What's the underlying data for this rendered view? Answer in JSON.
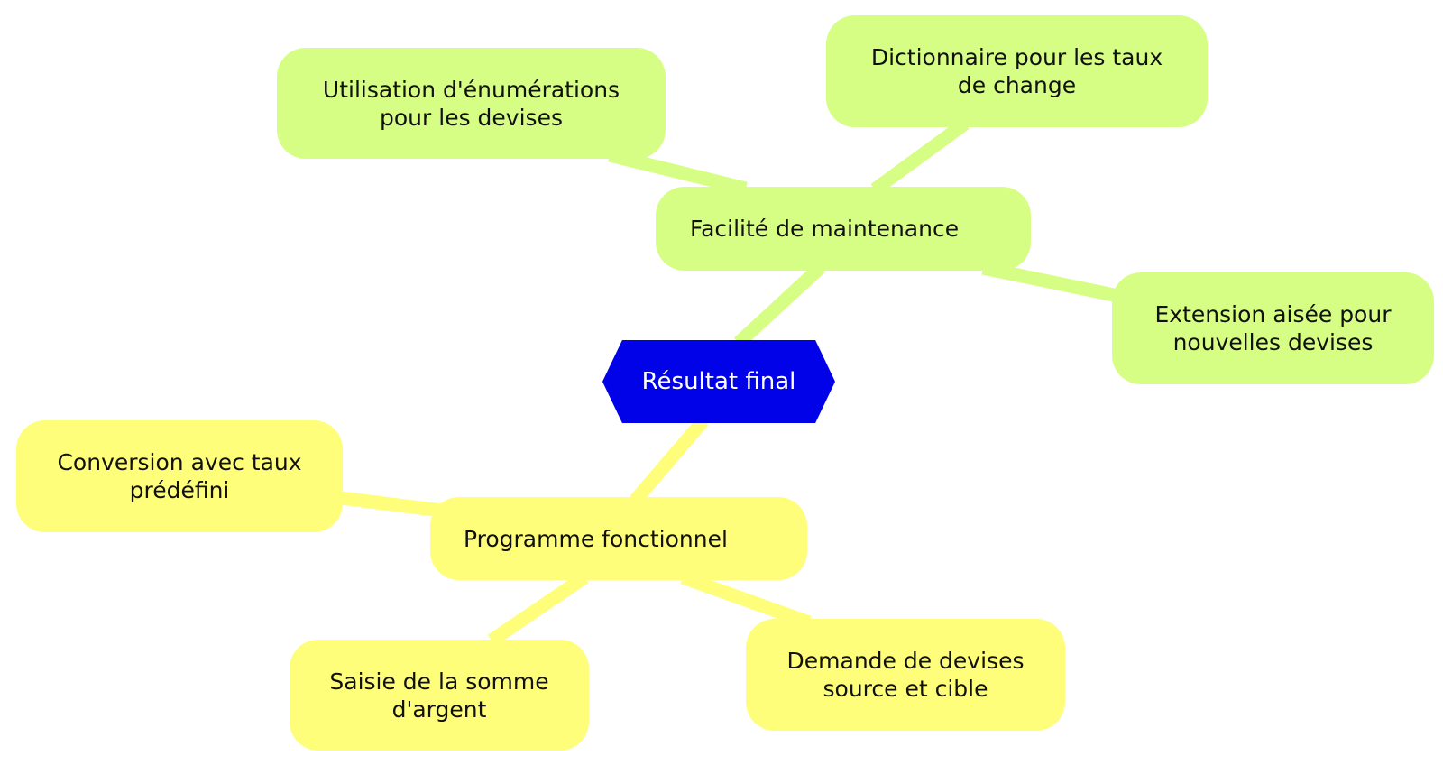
{
  "diagram": {
    "root": {
      "label": "Résultat final",
      "color": "#0202e8"
    },
    "branches": [
      {
        "label": "Facilité de maintenance",
        "color": "#d7fe84",
        "children": [
          {
            "label": "Utilisation d'énumérations\npour les devises"
          },
          {
            "label": "Dictionnaire pour les taux\nde change"
          },
          {
            "label": "Extension aisée pour\nnouvelles devises"
          }
        ]
      },
      {
        "label": "Programme fonctionnel",
        "color": "#fefe7a",
        "children": [
          {
            "label": "Conversion avec taux\nprédéfini"
          },
          {
            "label": "Saisie de la somme\nd'argent"
          },
          {
            "label": "Demande de devises\nsource et cible"
          }
        ]
      }
    ]
  }
}
